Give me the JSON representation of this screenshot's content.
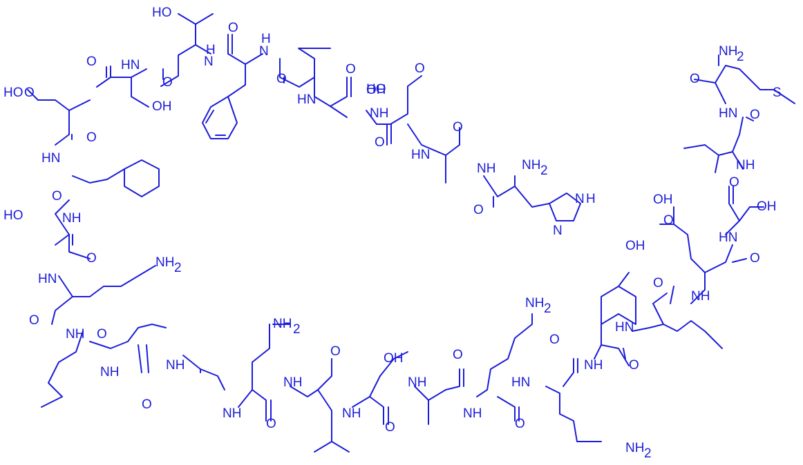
{
  "colors": {
    "bond": "#1c1cd9",
    "label": "#1c1cd9",
    "background": "#ffffff"
  },
  "labels": {
    "thr_oh": "HO",
    "top_nh_1": "HN",
    "top_nh_2": "N",
    "top_nh_2b": "H",
    "val_nh": "N",
    "val_nh_h": "H",
    "gly_nh": "HN",
    "asp1_acid": "OH",
    "asp1_ho": "HO",
    "ser_oh_top": "OH",
    "asp2_acid": "HO",
    "gly2_nh": "NH",
    "ala_nh": "HN",
    "his_nh": "NH",
    "his_amine": "NH",
    "his_amine_sub": "2",
    "imid_nh": "N",
    "imid_h": "H",
    "imid_n": "N",
    "phe2_nh": "HN",
    "ser2_nh": "NH",
    "ser2_oh": "HO",
    "lys1_nh": "HN",
    "lys1_amine": "NH",
    "lys1_amine_sub": "2",
    "leu1_nh": "NH",
    "leu2_nh": "NH",
    "gly3_nh": "NH",
    "gln_amide": "NH",
    "gln_amide_sub": "2",
    "gln_nh": "NH",
    "leu3_nh": "NH",
    "ser3_nh": "NH",
    "ser3_oh": "OH",
    "ala2_nh": "NH",
    "lys2_nh": "NH",
    "lys2_amine": "NH",
    "lys2_amine_sub": "2",
    "lys3_nh": "HN",
    "lys3_amine": "NH",
    "lys3_amine_sub": "2",
    "tyr_nh": "NH",
    "tyr_oh": "OH",
    "leu4_nh": "HN",
    "glu_nh": "NH",
    "glu_acid": "OH",
    "ser4_nh": "HN",
    "ser4_oh": "OH",
    "leu5_nh": "NH",
    "met_nh": "HN",
    "met_amide": "NH",
    "met_amide_sub": "2",
    "met_s": "S",
    "oxygen": "O"
  }
}
